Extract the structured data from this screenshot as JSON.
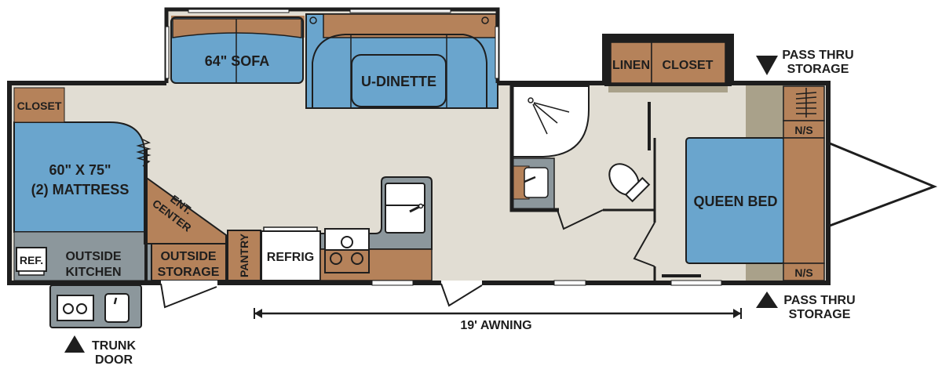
{
  "colors": {
    "floor": "#e1ddd3",
    "wall": "#1e1e1e",
    "cabinet": "#b5825a",
    "upholstery": "#6aa5cd",
    "appliance": "#8c979c",
    "shadow": "#a9a18a",
    "white": "#ffffff"
  },
  "labels": {
    "sofa": "64\" SOFA",
    "dinette": "U-DINETTE",
    "closet_front": "CLOSET",
    "mattress_line1": "60\" X 75\"",
    "mattress_line2": "(2) MATTRESS",
    "ent_center_line1": "ENT.",
    "ent_center_line2": "CENTER",
    "outside_kitchen_line1": "OUTSIDE",
    "outside_kitchen_line2": "KITCHEN",
    "ref": "REF.",
    "outside_storage_line1": "OUTSIDE",
    "outside_storage_line2": "STORAGE",
    "pantry": "PANTRY",
    "refrig": "REFRIG",
    "linen": "LINEN",
    "closet_rear": "CLOSET",
    "queen_bed": "QUEEN BED",
    "ns_top": "N/S",
    "ns_bottom": "N/S",
    "awning": "19' AWNING"
  },
  "callouts": {
    "pass_thru_top_line1": "PASS THRU",
    "pass_thru_top_line2": "STORAGE",
    "pass_thru_bottom_line1": "PASS THRU",
    "pass_thru_bottom_line2": "STORAGE",
    "trunk_door_line1": "TRUNK",
    "trunk_door_line2": "DOOR"
  }
}
